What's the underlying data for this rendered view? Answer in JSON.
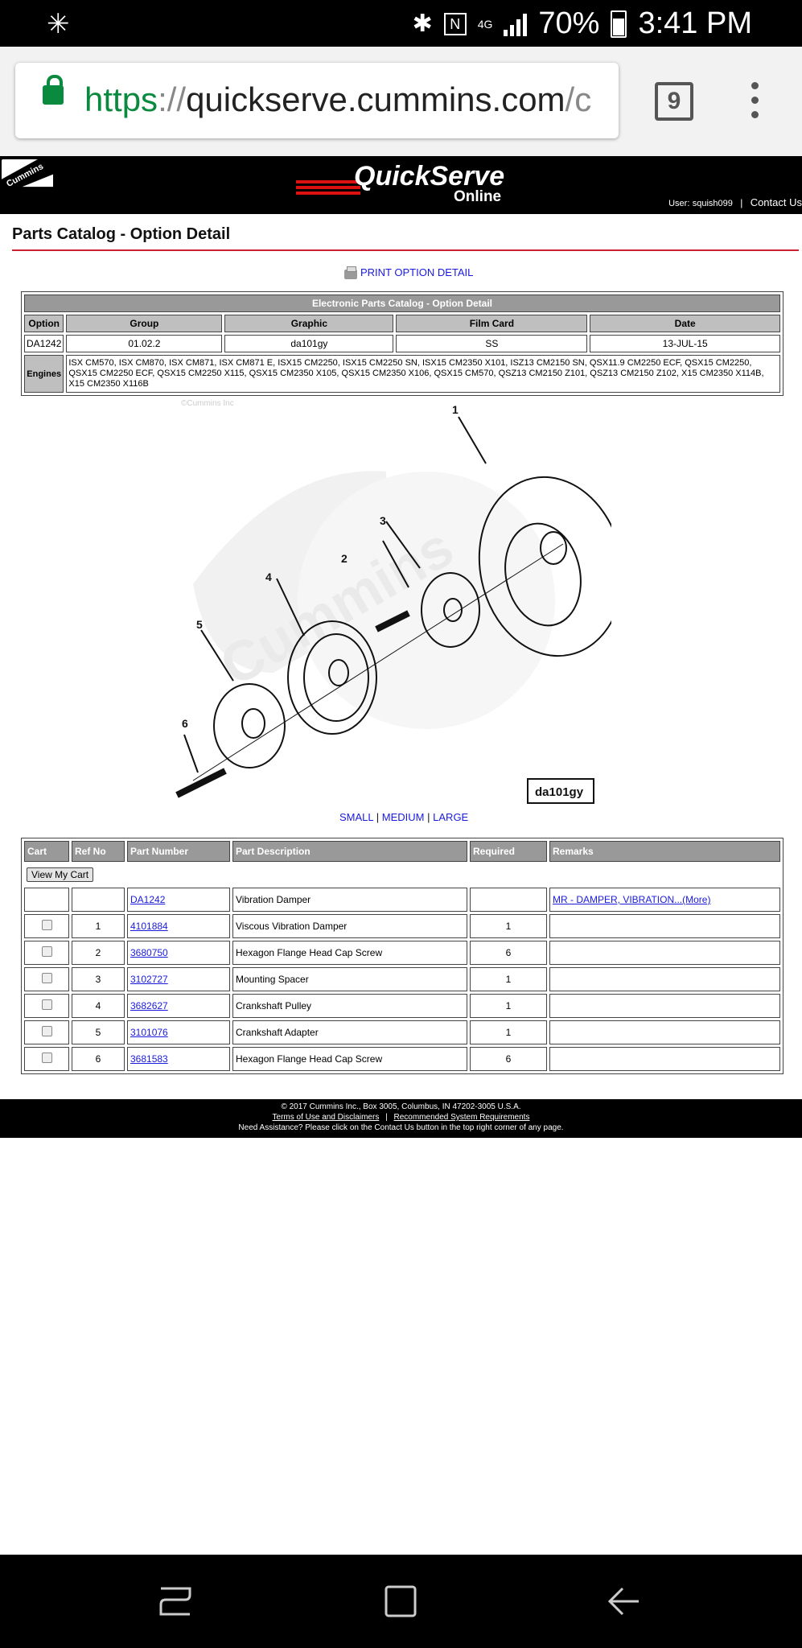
{
  "status": {
    "battery": "70%",
    "time": "3:41 PM",
    "network": "4G"
  },
  "browser": {
    "url_scheme": "https",
    "url_sep": "://",
    "url_host": "quickserve.cummins.com",
    "url_rest": "/c",
    "tab_count": "9"
  },
  "header": {
    "brand": "QuickServe",
    "brand_suffix": "Online",
    "logo_text": "Cummins",
    "user_label": "User:",
    "username": "squish099",
    "contact": "Contact Us"
  },
  "page": {
    "title": "Parts Catalog - Option Detail",
    "print_link": "PRINT OPTION DETAIL"
  },
  "option_table": {
    "caption": "Electronic Parts Catalog - Option Detail",
    "headers": [
      "Option",
      "Group",
      "Graphic",
      "Film Card",
      "Date"
    ],
    "row": {
      "option": "DA1242",
      "group": "01.02.2",
      "graphic": "da101gy",
      "film_card": "SS",
      "date": "13-JUL-15"
    },
    "engines_label": "Engines",
    "engines": "ISX CM570, ISX CM870, ISX CM871, ISX CM871 E, ISX15 CM2250, ISX15 CM2250 SN, ISX15 CM2350 X101, ISZ13 CM2150 SN, QSX11.9 CM2250 ECF, QSX15 CM2250, QSX15 CM2250 ECF, QSX15 CM2250 X115, QSX15 CM2350 X105, QSX15 CM2350 X106, QSX15 CM570, QSZ13 CM2150 Z101, QSZ13 CM2150 Z102, X15 CM2350 X114B, X15 CM2350 X116B"
  },
  "diagram": {
    "label": "da101gy",
    "watermark": "Cummins",
    "copyright": "©Cummins Inc",
    "callouts": [
      "1",
      "2",
      "3",
      "4",
      "5",
      "6"
    ]
  },
  "sizes": {
    "small": "SMALL",
    "medium": "MEDIUM",
    "large": "LARGE",
    "sep": "|"
  },
  "parts_table": {
    "headers": [
      "Cart",
      "Ref No",
      "Part Number",
      "Part Description",
      "Required",
      "Remarks"
    ],
    "view_cart": "View My Cart",
    "option_row": {
      "part_number": "DA1242",
      "description": "Vibration Damper",
      "remarks": "MR - DAMPER, VIBRATION...(More)"
    },
    "rows": [
      {
        "ref": "1",
        "part_number": "4101884",
        "description": "Viscous Vibration Damper",
        "required": "1"
      },
      {
        "ref": "2",
        "part_number": "3680750",
        "description": "Hexagon Flange Head Cap Screw",
        "required": "6"
      },
      {
        "ref": "3",
        "part_number": "3102727",
        "description": "Mounting Spacer",
        "required": "1"
      },
      {
        "ref": "4",
        "part_number": "3682627",
        "description": "Crankshaft Pulley",
        "required": "1"
      },
      {
        "ref": "5",
        "part_number": "3101076",
        "description": "Crankshaft Adapter",
        "required": "1"
      },
      {
        "ref": "6",
        "part_number": "3681583",
        "description": "Hexagon Flange Head Cap Screw",
        "required": "6"
      }
    ]
  },
  "footer": {
    "line1": "© 2017 Cummins Inc., Box 3005, Columbus, IN 47202-3005 U.S.A.",
    "terms": "Terms of Use and Disclaimers",
    "sep": "|",
    "requirements": "Recommended System Requirements",
    "line3": "Need Assistance? Please click on the Contact Us button in the top right corner of any page."
  }
}
